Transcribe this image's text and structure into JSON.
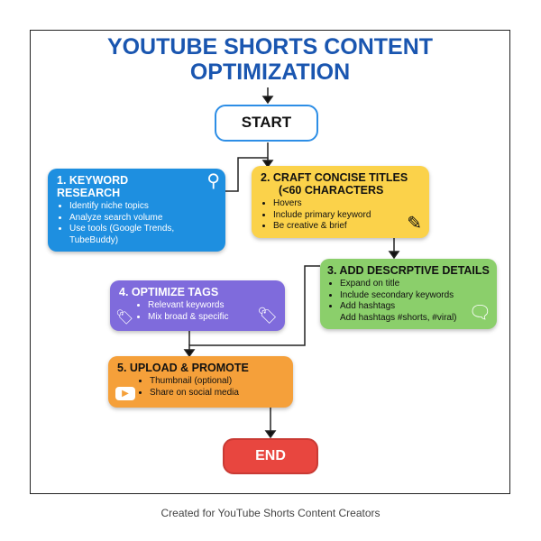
{
  "title": [
    "YOUTUBE SHORTS CONTENT",
    "OPTIMIZATION"
  ],
  "start": "START",
  "end": "END",
  "steps": [
    {
      "title": "1. KEYWORD RESEARCH",
      "items": [
        "Identify niche topics",
        "Analyze search volume",
        "Use tools (Google Trends, TubeBuddy)"
      ],
      "icon": "search-icon",
      "color": "#1e8fe0"
    },
    {
      "title": "2. CRAFT CONCISE TITLES",
      "title2": "(<60 CHARACTERS",
      "items": [
        "Hovers",
        "Include primary keyword",
        "Be creative & brief"
      ],
      "icon": "edit-document-icon",
      "color": "#fbd24a"
    },
    {
      "title": "3. ADD DESCRPTIVE DETAILS",
      "items": [
        "Expand on title",
        "Include secondary keywords",
        "Add hashtags"
      ],
      "extra": "Add hashtags #shorts, #viral)",
      "icon": "speech-bubble-icon",
      "color": "#8bcf6b"
    },
    {
      "title": "4. OPTIMIZE TAGS",
      "items": [
        "Relevant keywords",
        "Mix broad & specific"
      ],
      "icon": "tag-icon",
      "color": "#7f6bdc"
    },
    {
      "title": "5. UPLOAD & PROMOTE",
      "items": [
        "Thumbnail (optional)",
        "Share on social media"
      ],
      "icon": "youtube-play-icon",
      "color": "#f5a03a"
    }
  ],
  "caption": "Created for YouTube Shorts Content Creators"
}
